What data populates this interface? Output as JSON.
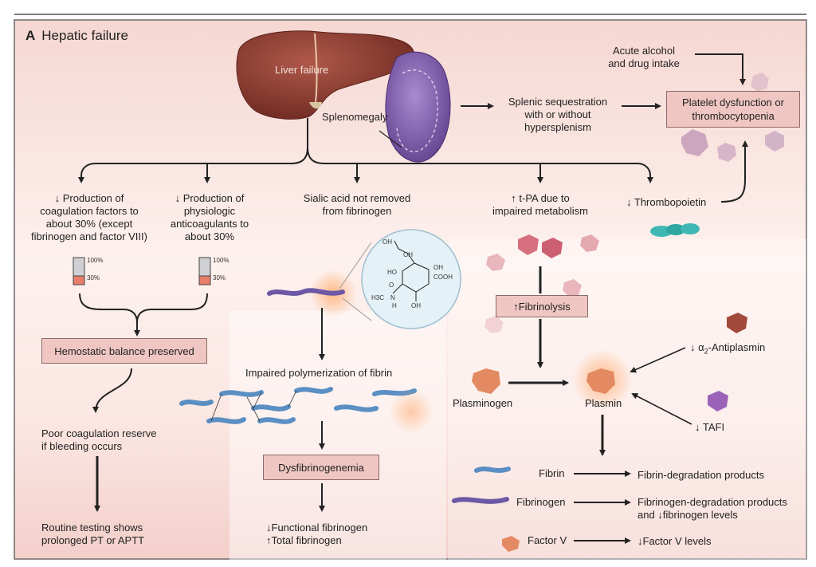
{
  "panel_letter": "A",
  "panel_title": "Hepatic failure",
  "liver_label": "Liver failure",
  "spleen_label": "Splenomegaly",
  "top_right": {
    "alcohol": [
      "Acute alcohol",
      "and drug intake"
    ],
    "sequestration": [
      "Splenic sequestration",
      "with or without",
      "hypersplenism"
    ],
    "platelet_box": [
      "Platelet dysfunction or",
      "thrombocytopenia"
    ]
  },
  "col1": {
    "coag_factors": [
      "↓ Production of",
      "coagulation factors to",
      "about 30% (except",
      "fibrinogen and factor VIII)"
    ],
    "anticoag": [
      "↓ Production of",
      "physiologic",
      "anticoagulants to",
      "about 30%"
    ],
    "bar_100": "100%",
    "bar_30": "30%",
    "balance_box": "Hemostatic balance preserved",
    "poor_reserve": [
      "Poor coagulation reserve",
      "if bleeding occurs"
    ],
    "routine_testing": [
      "Routine testing shows",
      "prolonged PT or APTT"
    ]
  },
  "col2": {
    "sialic": [
      "Sialic acid not removed",
      "from fibrinogen"
    ],
    "impaired_poly": "Impaired polymerization of fibrin",
    "dysfib_box": "Dysfibrinogenemia",
    "functional": "↓Functional fibrinogen",
    "total": "↑Total fibrinogen",
    "chem": {
      "oh": "OH",
      "ho": "HO",
      "cooh": "COOH",
      "h3c": "H3C",
      "n": "N",
      "h": "H",
      "o": "O"
    }
  },
  "col3": {
    "tpa": [
      "↑ t-PA due to",
      "impaired metabolism"
    ],
    "thrombopoietin": "↓ Thrombopoietin",
    "fibrinolysis_box": "↑Fibrinolysis",
    "antiplasmin_arrow": "↓ α",
    "antiplasmin_sub": "2",
    "antiplasmin_rest": "-Antiplasmin",
    "tafi": "↓ TAFI",
    "plasminogen": "Plasminogen",
    "plasmin": "Plasmin",
    "fibrin": "Fibrin",
    "fibrin_products": "Fibrin-degradation products",
    "fibrinogen": "Fibrinogen",
    "fibrinogen_products": [
      "Fibrinogen-degradation products",
      "and ↓fibrinogen levels"
    ],
    "factor_v": "Factor V",
    "factor_v_levels": "↓Factor V levels"
  },
  "colors": {
    "box_fill": "#efc6c1",
    "box_border": "#8e6a66",
    "liver": "#8a3b2e",
    "spleen": "#7f5aa8",
    "background": "#f7dcd8"
  }
}
